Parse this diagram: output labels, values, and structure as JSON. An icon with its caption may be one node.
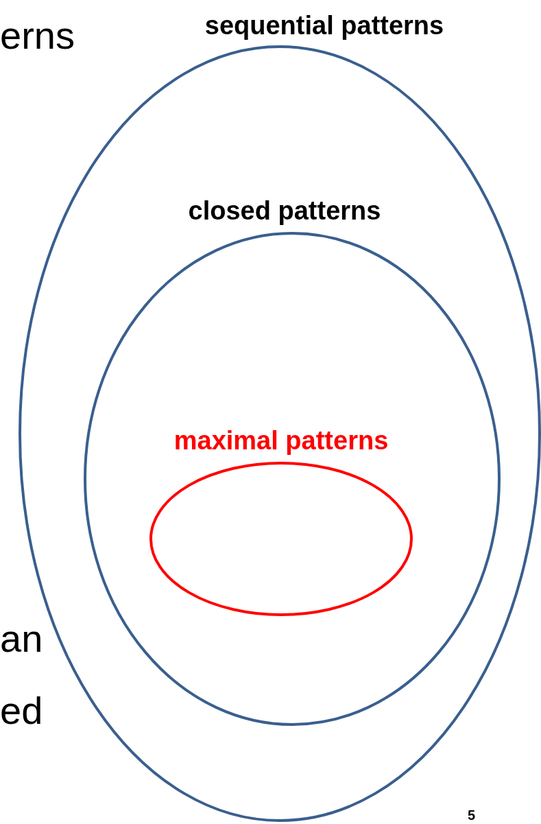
{
  "diagram": {
    "nodes": [
      {
        "text": [
          "sequential patterns"
        ]
      },
      {
        "text": [
          "closed patterns"
        ],
        "in": 0
      },
      {
        "text": [
          "maximal patterns"
        ],
        "in": 1
      }
    ],
    "labels": [
      "erns",
      "an",
      "ed",
      "5"
    ]
  }
}
